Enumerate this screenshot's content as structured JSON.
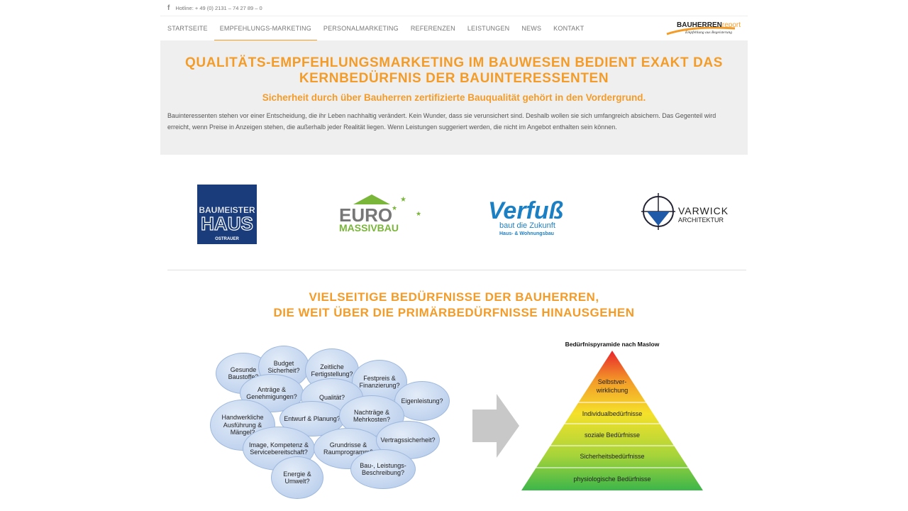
{
  "topbar": {
    "hotline": "Hotline: + 49 (0) 2131 – 74 27 89 – 0"
  },
  "nav": {
    "items": [
      {
        "label": "STARTSEITE"
      },
      {
        "label": "EMPFEHLUNGS-MARKETING"
      },
      {
        "label": "PERSONALMARKETING"
      },
      {
        "label": "REFERENZEN"
      },
      {
        "label": "LEISTUNGEN"
      },
      {
        "label": "NEWS"
      },
      {
        "label": "KONTAKT"
      }
    ],
    "active": "EMPFEHLUNGS-MARKETING"
  },
  "logo": {
    "brand_bold": "BAUHERREN",
    "brand_light": "report",
    "tagline": "Empfehlung aus Begeisterung"
  },
  "hero": {
    "title_line1": "QUALITÄTS-EMPFEHLUNGSMARKETING IM BAUWESEN BEDIENT EXAKT DAS",
    "title_line2": "KERNBEDÜRFNIS DER BAUINTERESSENTEN",
    "subtitle": "Sicherheit durch über Bauherren zertifizierte Bauqualität gehört in den Vordergrund.",
    "body": "Bauinteressenten stehen vor einer Entscheidung, die ihr Leben nachhaltig verändert. Kein Wunder, dass sie verunsichert sind. Deshalb wollen sie sich umfangreich absichern. Das Gegenteil wird erreicht, wenn Preise in Anzeigen stehen, die außerhalb jeder Realität liegen. Wenn Leistungen suggeriert werden, die nicht im Angebot enthalten sein können."
  },
  "partners": {
    "baumeister": {
      "line1": "BAUMEISTER",
      "line2": "HAUS",
      "line3": "OSTRAUER"
    },
    "euro": {
      "line1": "EURO",
      "line2": "MASSIVBAU"
    },
    "verfuss": {
      "line1": "Verfuß",
      "line2": "baut die Zukunft",
      "line3": "Haus- & Wohnungsbau"
    },
    "varwick": {
      "line1": "VARWICK",
      "line2": "ARCHITEKTUR"
    }
  },
  "section": {
    "title_line1": "VIELSEITIGE BEDÜRFNISSE DER BAUHERREN,",
    "title_line2": "DIE WEIT ÜBER DIE PRIMÄRBEDÜRFNISSE HINAUSGEHEN"
  },
  "needs": [
    "Gesunde Baustoffe?",
    "Budget Sicherheit?",
    "Zeitliche Fertigstellung?",
    "Festpreis & Finanzierung?",
    "Anträge & Genehmigungen?",
    "Qualität?",
    "Eigenleistung?",
    "Handwerkliche Ausführung & Mängel?",
    "Entwurf & Planung?",
    "Nachträge & Mehrkosten?",
    "Image, Kompetenz & Servicebereitschaft?",
    "Grundrisse & Raumprogramm?",
    "Vertragssicherheit?",
    "Energie & Umwelt?",
    "Bau-, Leistungs-Beschreibung?"
  ],
  "pyramid": {
    "title": "Bedürfnispyramide nach Maslow",
    "levels": [
      {
        "label": "Selbstverwirklichung",
        "line1": "Selbstver-",
        "line2": "wirklichung"
      },
      {
        "label": "Individualbedürfnisse"
      },
      {
        "label": "soziale Bedürfnisse"
      },
      {
        "label": "Sicherheitsbedürfnisse"
      },
      {
        "label": "physiologische Bedürfnisse"
      }
    ]
  },
  "colors": {
    "accent": "#f39c29",
    "hero_bg": "#efefef",
    "bubble": "#c0d3ee"
  }
}
